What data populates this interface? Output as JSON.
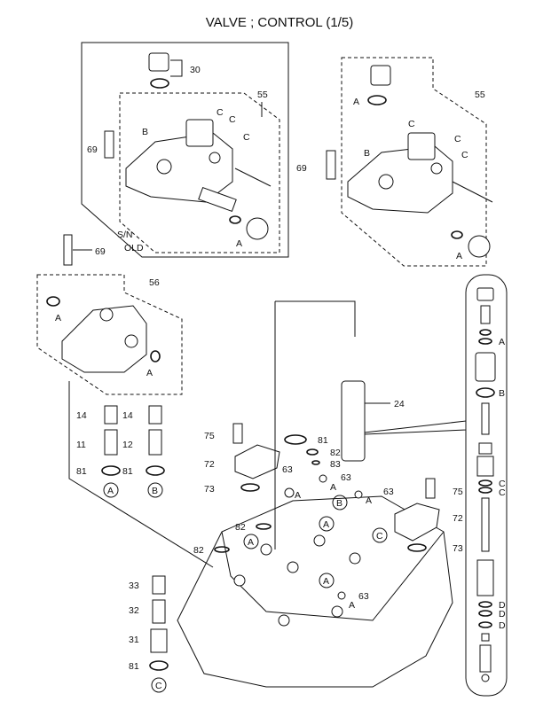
{
  "title": "VALVE ; CONTROL (1/5)",
  "serial_note": {
    "line1": "S/N",
    "line2": "OLD"
  },
  "labels": {
    "p30": "30",
    "p55a": "55",
    "p55b": "55",
    "p56": "56",
    "p69a": "69",
    "p69b": "69",
    "p69c": "69",
    "p14a": "14",
    "p14b": "14",
    "p11": "11",
    "p12": "12",
    "p81a": "81",
    "p81b": "81",
    "p81c": "81",
    "p81d": "81",
    "p75a": "75",
    "p75b": "75",
    "p72a": "72",
    "p72b": "72",
    "p73a": "73",
    "p73b": "73",
    "p24": "24",
    "p82a": "82",
    "p82b": "82",
    "p82c": "82",
    "p83": "83",
    "p63a": "63",
    "p63b": "63",
    "p63c": "63",
    "p63d": "63",
    "p33": "33",
    "p32": "32",
    "p31": "31",
    "A": "A",
    "B": "B",
    "C": "C",
    "D": "D"
  }
}
